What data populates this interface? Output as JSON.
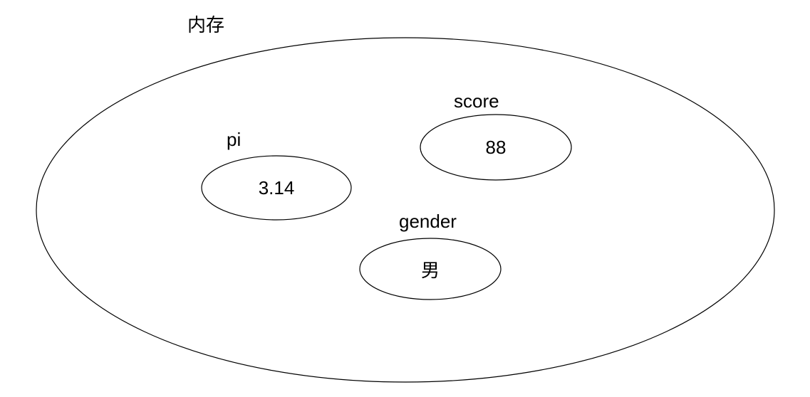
{
  "diagram": {
    "title": "内存",
    "variables": [
      {
        "name": "pi",
        "value": "3.14"
      },
      {
        "name": "score",
        "value": "88"
      },
      {
        "name": "gender",
        "value": "男"
      }
    ],
    "colors": {
      "stroke": "#000000",
      "background": "#ffffff",
      "text": "#000000"
    }
  }
}
